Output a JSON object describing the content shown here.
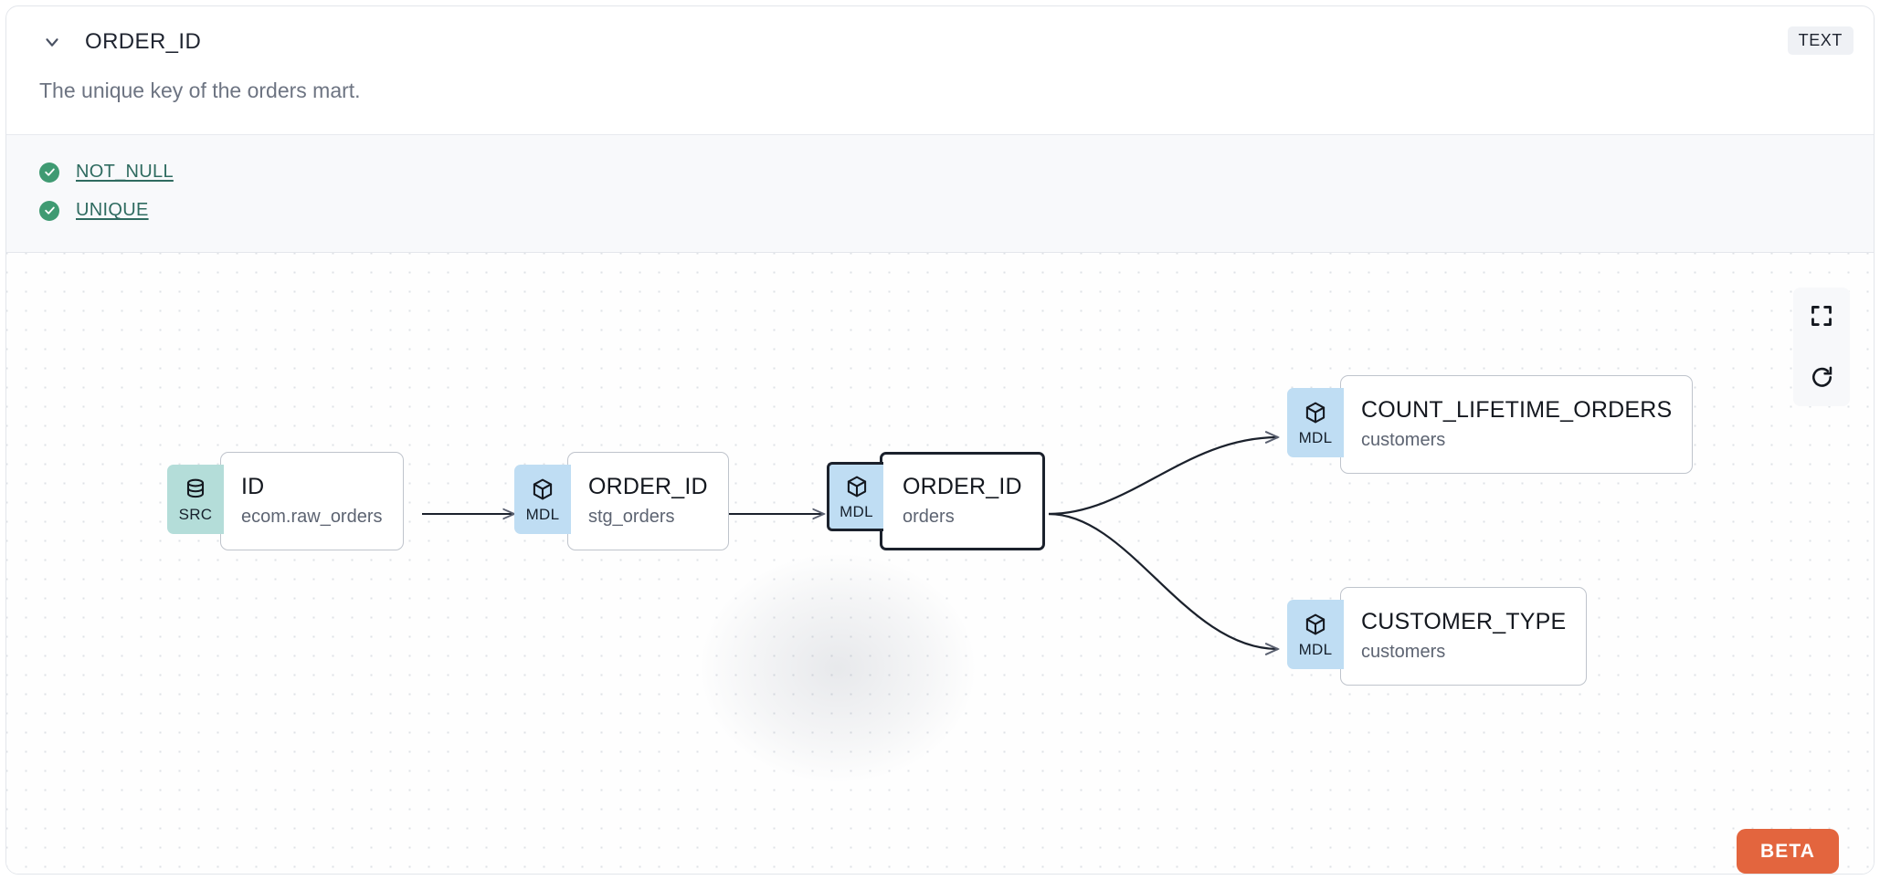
{
  "header": {
    "column_name": "ORDER_ID",
    "data_type_badge": "TEXT",
    "chevron_icon": "chevron-down-icon"
  },
  "description": "The unique key of the orders mart.",
  "tests": [
    {
      "label": "NOT_NULL",
      "status": "passed",
      "icon": "check-circle-icon"
    },
    {
      "label": "UNIQUE",
      "status": "passed",
      "icon": "check-circle-icon"
    }
  ],
  "lineage": {
    "nodes": [
      {
        "id": "src-id",
        "kind": "SRC",
        "kind_icon": "database-icon",
        "name": "ID",
        "sub": "ecom.raw_orders",
        "selected": false
      },
      {
        "id": "stg-order-id",
        "kind": "MDL",
        "kind_icon": "cube-icon",
        "name": "ORDER_ID",
        "sub": "stg_orders",
        "selected": false
      },
      {
        "id": "orders-order-id",
        "kind": "MDL",
        "kind_icon": "cube-icon",
        "name": "ORDER_ID",
        "sub": "orders",
        "selected": true
      },
      {
        "id": "count-lifetime",
        "kind": "MDL",
        "kind_icon": "cube-icon",
        "name": "COUNT_LIFETIME_ORDERS",
        "sub": "customers",
        "selected": false
      },
      {
        "id": "customer-type",
        "kind": "MDL",
        "kind_icon": "cube-icon",
        "name": "CUSTOMER_TYPE",
        "sub": "customers",
        "selected": false
      }
    ],
    "controls": [
      {
        "name": "fit-view-button",
        "icon": "fullscreen-icon"
      },
      {
        "name": "reset-button",
        "icon": "refresh-icon"
      }
    ],
    "beta_label": "BETA"
  },
  "colors": {
    "src_badge": "#B4DDD9",
    "mdl_badge": "#BFDDF3",
    "test_pass": "#3F9A72",
    "test_link": "#2F6B60",
    "beta": "#E3653E",
    "selected_border": "#1B212C"
  }
}
